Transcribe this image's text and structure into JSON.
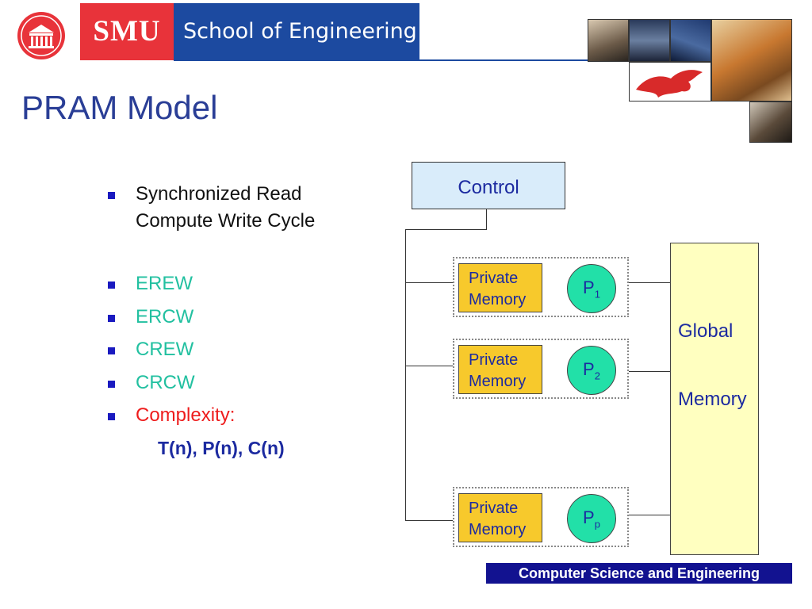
{
  "header": {
    "logo_text": "SMU",
    "school": "School of Engineering"
  },
  "title": "PRAM Model",
  "bullets": {
    "cycle_line1": "Synchronized Read",
    "cycle_line2": "Compute Write Cycle",
    "models": [
      "EREW",
      "ERCW",
      "CREW",
      "CRCW"
    ],
    "complexity": "Complexity:",
    "complexity_formula": "T(n), P(n), C(n)"
  },
  "diagram": {
    "control": "Control",
    "rows": [
      {
        "mem_line1": "Private",
        "mem_line2": "Memory",
        "proc": "P",
        "sub": "1"
      },
      {
        "mem_line1": "Private",
        "mem_line2": "Memory",
        "proc": "P",
        "sub": "2"
      },
      {
        "mem_line1": "Private",
        "mem_line2": "Memory",
        "proc": "P",
        "sub": "p"
      }
    ],
    "global_line1": "Global",
    "global_line2": "Memory"
  },
  "footer": "Computer Science and Engineering",
  "colors": {
    "smu_red": "#e8333a",
    "header_blue": "#1c4aa0",
    "title": "#2a3e96",
    "bullet_model": "#22c0a0",
    "complexity": "#ee1c1c",
    "private_memory": "#f7c92c",
    "processor": "#22e0a8",
    "global_memory": "#ffffc0",
    "control": "#d9ecfa",
    "footer_bg": "#121290"
  }
}
